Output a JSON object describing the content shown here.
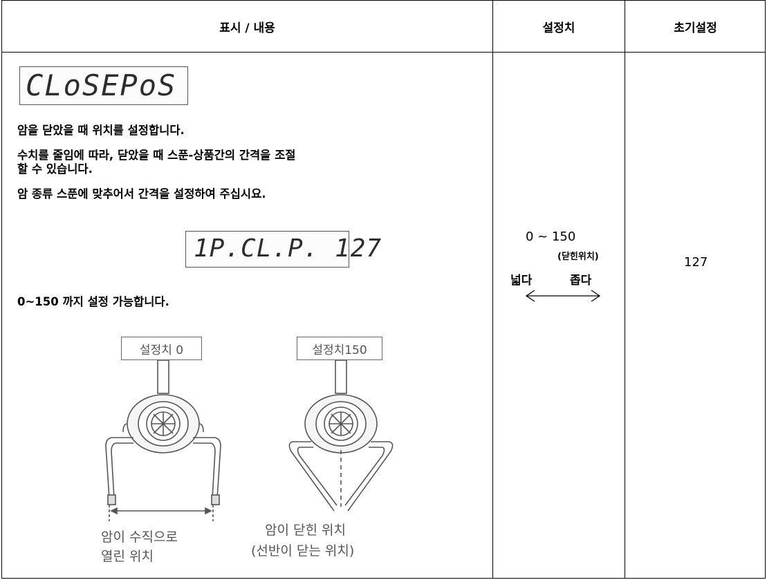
{
  "header": {
    "col1": "표시 / 내용",
    "col2": "설정치",
    "col3": "초기설정"
  },
  "content": {
    "lcd_top": "CLoSEPoS",
    "line1": "암을 닫았을 때 위치를 설정합니다.",
    "line2a": "수치를 줄임에 따라, 닫았을 때 스푼-상품간의 간격을 조절",
    "line2b": "할 수 있습니다.",
    "line3": "암 종류 스푼에 맞추어서 간격을 설정하여 주십시요.",
    "lcd_mid": "1P.CL.P. 127",
    "line4": "0~150 까지 설정 가능합니다."
  },
  "drawing": {
    "label_left": "설정치 0",
    "label_right": "설정치150",
    "caption_left_1": "암이 수직으로",
    "caption_left_2": "열린 위치",
    "caption_right_1": "암이 닫힌 위치",
    "caption_right_2": "(선반이 닫는 위치)"
  },
  "setting": {
    "range": "0 ~ 150",
    "note": "(닫힌위치)",
    "wide": "넓다",
    "narrow": "좁다"
  },
  "initial": {
    "value": "127"
  }
}
